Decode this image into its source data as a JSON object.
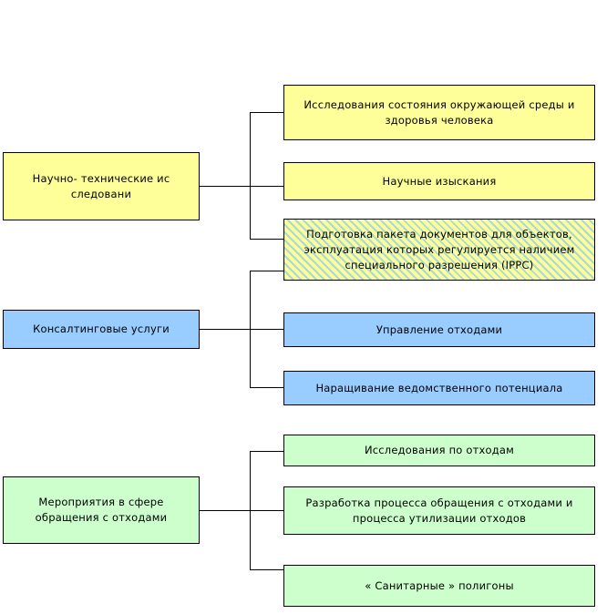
{
  "diagram": {
    "type": "tree",
    "title": "",
    "background_color": "#ffffff",
    "line_color": "#000000",
    "colors": {
      "yellow": "#ffff99",
      "blue": "#99ccff",
      "green": "#ccffcc",
      "hatch_base": "#ffff99",
      "hatch_stripe": "#a8d8d8",
      "border": "#000000"
    },
    "groups": [
      {
        "id": "group-research",
        "color_name": "yellow",
        "parent": {
          "label": "Научно- технические ис следовани",
          "fill": "yellow"
        },
        "children": [
          {
            "label": "Исследования состояния  окружающей среды и здоровья человека",
            "fill": "yellow"
          },
          {
            "label": "Научные изыскания",
            "fill": "yellow"
          },
          {
            "label": "Подготовка пакета документов для объектов, эксплуатация которых регулируется наличием специального разрешения (IPPC)",
            "fill": "hatch"
          }
        ]
      },
      {
        "id": "group-consulting",
        "color_name": "blue",
        "parent": {
          "label": "Консалтинговые услуги",
          "fill": "blue"
        },
        "children": [
          {
            "label": "Подготовка пакета документов для объектов, эксплуатация которых регулируется наличием специального разрешения (IPPC)",
            "fill": "hatch",
            "shared_with": "group-research"
          },
          {
            "label": "Управление отходами",
            "fill": "blue"
          },
          {
            "label": "Наращивание ведомственного потенциала",
            "fill": "blue"
          }
        ]
      },
      {
        "id": "group-waste",
        "color_name": "green",
        "parent": {
          "label": "Мероприятия в сфере обращения с отходами",
          "fill": "green"
        },
        "children": [
          {
            "label": "Исследования по отходам",
            "fill": "green"
          },
          {
            "label": "Разработка процесса обращения  с отходами и процесса утилизации отходов",
            "fill": "green"
          },
          {
            "label": "« Санитарные »  полигоны",
            "fill": "green"
          }
        ]
      }
    ],
    "nodes": {
      "parent_research": "Научно- технические ис следовани",
      "parent_consulting": "Консалтинговые услуги",
      "parent_waste": "Мероприятия в сфере обращения с отходами",
      "child_env_health": "Исследования состояния  окружающей среды и здоровья человека",
      "child_scientific": "Научные изыскания",
      "child_ippc": "Подготовка пакета документов для объектов, эксплуатация которых регулируется наличием специального разрешения (IPPC)",
      "child_waste_mgmt": "Управление отходами",
      "child_capacity": "Наращивание ведомственного потенциала",
      "child_waste_research": "Исследования по отходам",
      "child_waste_process": "Разработка процесса обращения  с отходами и процесса утилизации отходов",
      "child_landfills": "« Санитарные »  полигоны"
    }
  }
}
